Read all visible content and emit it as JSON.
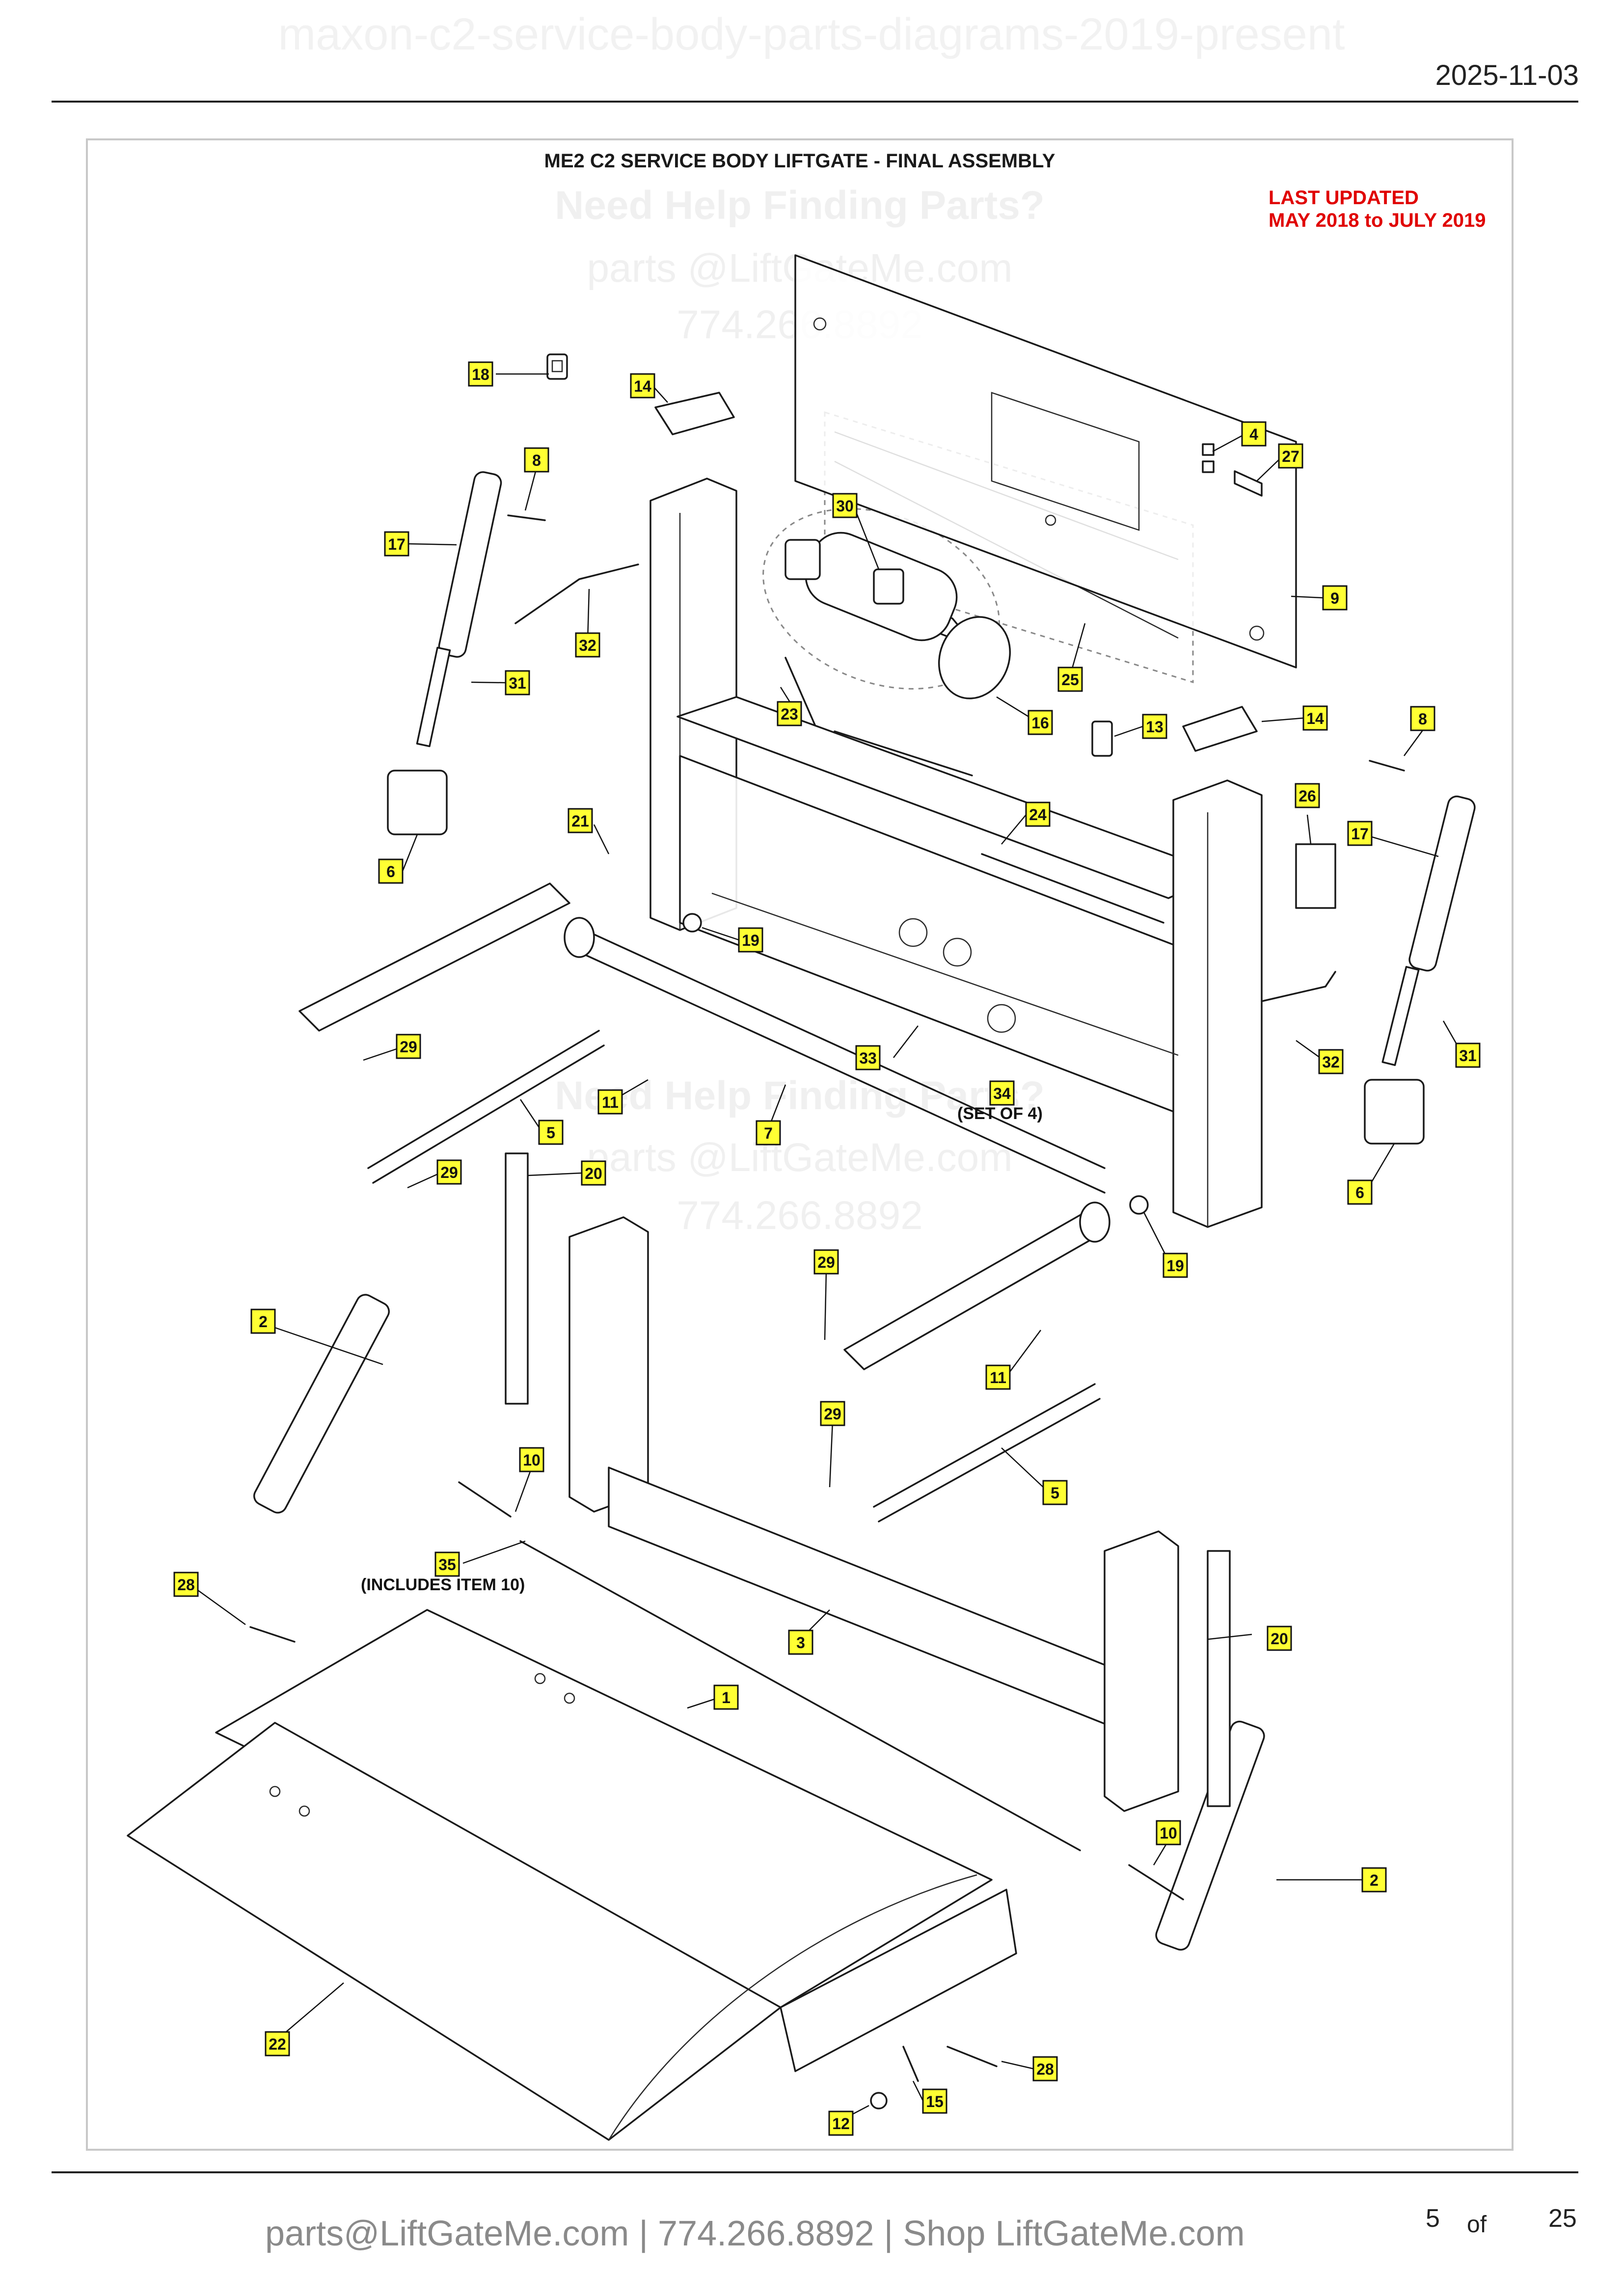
{
  "header": {
    "title": "maxon-c2-service-body-parts-diagrams-2019-present",
    "date": "2025-11-03"
  },
  "drawing": {
    "title": "ME2 C2 SERVICE BODY LIFTGATE - FINAL ASSEMBLY",
    "updated_line1": "LAST UPDATED",
    "updated_line2": "MAY 2018 to JULY 2019",
    "updated_color": "#e00000"
  },
  "watermark": {
    "line1": "Need Help Finding Parts?",
    "line2": "parts @LiftGateMe.com",
    "line3": "774.266.8892"
  },
  "notes": {
    "set_of_4": "(SET OF 4)",
    "includes_item_10": "(INCLUDES ITEM 10)"
  },
  "callouts": {
    "c18": "18",
    "c14a": "14",
    "c4": "4",
    "c27": "27",
    "c8a": "8",
    "c17a": "17",
    "c30": "30",
    "c9": "9",
    "c32a": "32",
    "c31a": "31",
    "c25": "25",
    "c23": "23",
    "c16": "16",
    "c13": "13",
    "c14b": "14",
    "c8b": "8",
    "c26": "26",
    "c17b": "17",
    "c6a": "6",
    "c21": "21",
    "c24": "24",
    "c19a": "19",
    "c29a": "29",
    "c11a": "11",
    "c33": "33",
    "c34": "34",
    "c32b": "32",
    "c31b": "31",
    "c5a": "5",
    "c7": "7",
    "c29b": "29",
    "c20a": "20",
    "c6b": "6",
    "c19b": "19",
    "c2a": "2",
    "c29c": "29",
    "c11b": "11",
    "c29d": "29",
    "c10a": "10",
    "c5b": "5",
    "c35": "35",
    "c28a": "28",
    "c3": "3",
    "c20b": "20",
    "c1": "1",
    "c10b": "10",
    "c2b": "2",
    "c22": "22",
    "c28b": "28",
    "c15": "15",
    "c12": "12"
  },
  "footer": {
    "contact": "parts@LiftGateMe.com | 774.266.8892 | Shop LiftGateMe.com",
    "page": "5",
    "of_label": "of",
    "total": "25"
  }
}
